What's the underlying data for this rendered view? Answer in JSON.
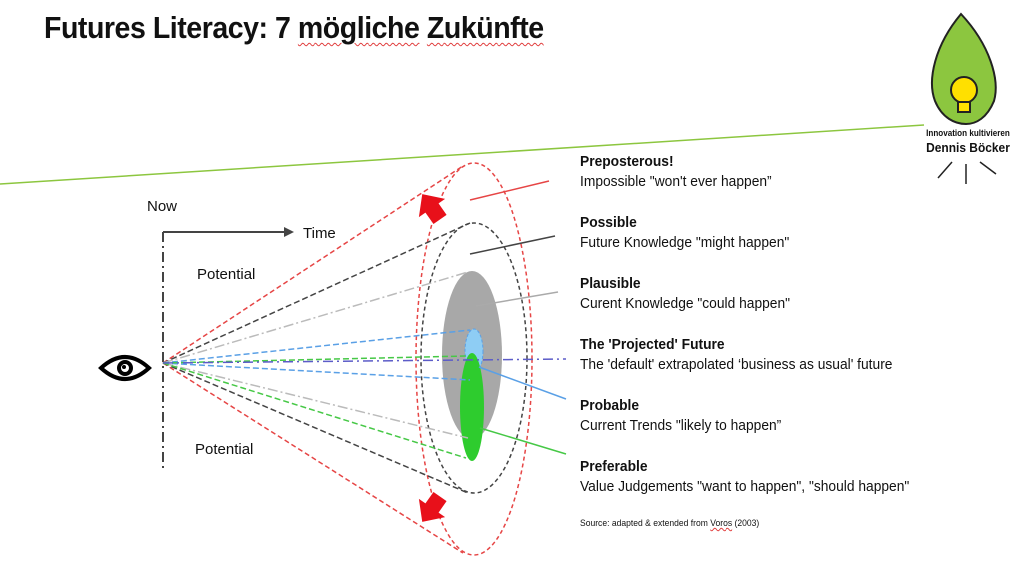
{
  "title": {
    "prefix": "Futures Literacy: 7 ",
    "word1": "mögliche",
    "space": " ",
    "word2": "Zukünfte"
  },
  "labels": {
    "now": "Now",
    "time": "Time",
    "potential_top": "Potential",
    "potential_bottom": "Potential"
  },
  "futures": [
    {
      "heading": "Preposterous!",
      "desc": "Impossible \"won't ever happen”",
      "color": "#e64545"
    },
    {
      "heading": "Possible",
      "desc": "Future Knowledge \"might happen\"",
      "color": "#444444"
    },
    {
      "heading": "Plausible",
      "desc": "Curent Knowledge \"could happen\"",
      "color": "#aaaaaa"
    },
    {
      "heading": "The 'Projected' Future",
      "desc": "The 'default' extrapolated ‘business as usual' future",
      "color": "#5c5cc8"
    },
    {
      "heading": "Probable",
      "desc": "Current Trends \"likely to happen”",
      "color": "#5aa0e6"
    },
    {
      "heading": "Preferable",
      "desc": "Value Judgements \"want to happen\", \"should happen\"",
      "color": "#46c846"
    }
  ],
  "source": {
    "prefix": "Source: adapted & extended from ",
    "name": "Voros",
    "suffix": " (2003)"
  },
  "logo": {
    "line1": "Innovation kultivieren",
    "line2": "Dennis Böcker"
  },
  "colors": {
    "accent_line": "#8cc63f",
    "leaf": "#8cc63f",
    "bulb": "#ffe000",
    "arrow_red": "#e8101a",
    "plausible_fill": "#a8a8a8",
    "probable_fill": "#8ecdf4",
    "preferable_fill": "#2ecc2e"
  },
  "icons": {
    "observer": "eye-icon",
    "growth": "arrow-up-icon",
    "shrink": "arrow-down-icon",
    "logo": "leaf-bulb-icon"
  }
}
